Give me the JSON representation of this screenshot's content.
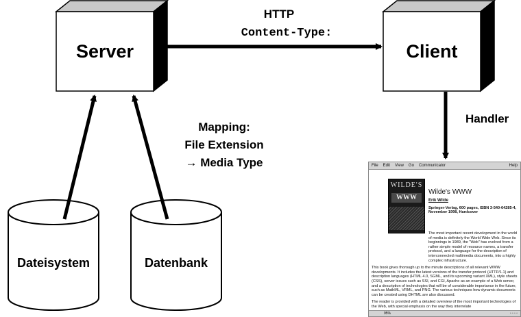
{
  "nodes": {
    "server": "Server",
    "client": "Client",
    "filesystem": "Dateisystem",
    "database": "Datenbank"
  },
  "edges": {
    "http_label": "HTTP",
    "content_type_label": "Content-Type:",
    "handler_label": "Handler",
    "mapping_line1": "Mapping:",
    "mapping_line2": "File Extension",
    "mapping_line3": "→ Media Type"
  },
  "browser": {
    "menu": [
      "File",
      "Edit",
      "View",
      "Go",
      "Communicator"
    ],
    "help": "Help",
    "cover_title": "WILDE'S",
    "cover_www": "WWW",
    "book_title": "Wilde's WWW",
    "author": "Erik Wilde",
    "publisher": "Springer-Verlag, 600 pages, ISBN 3-540-64285-4, November 1998, Hardcover",
    "intro": "The most important recent development in the world of media is definitely the World Wide Web. Since its beginnings in 1989, the \"Web\" has evolved from a rather simple model of resource names, a transfer protocol, and a language for the description of interconnected multimedia documents, into a highly complex infrastructure.",
    "para2": "This book gives thorough up to the minute descriptions of all relevant WWW developments. It includes the latest versions of the transfer protocol (HTTP/1.1) and description languages (HTML 4.0, SGML, and its upcoming variant XML), style sheets (CSS), server issues such as SSI, and CGI, Apache as an example of a Web server, and a description of technologies that will be of considerable importance in the future, such as MathML, VRML, and PNG. The various techniques how dynamic documents can be created using DHTML are also discussed.",
    "para3": "The reader is provided with a detailed overview of the most important technologies of the Web, with special emphasis on the way they interrelate",
    "zoom": "95%"
  }
}
